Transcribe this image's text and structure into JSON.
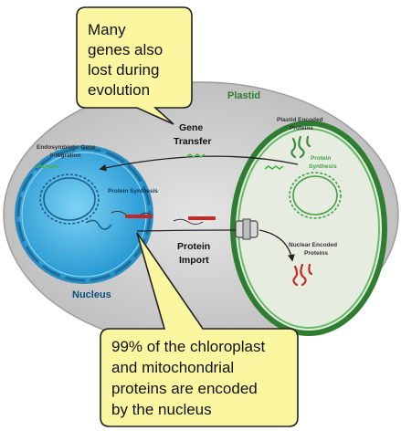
{
  "callout_top": {
    "text": "Many genes also lost during evolution",
    "lines": [
      "Many",
      "genes also",
      "lost during",
      "evolution"
    ]
  },
  "callout_bottom": {
    "text": "99% of the chloroplast and mitochondrial proteins are encoded by the nucleus",
    "lines": [
      "99% of the chloroplast",
      "and mitochondrial",
      "proteins are encoded",
      "by the nucleus"
    ]
  },
  "labels": {
    "plastid": "Plastid",
    "nucleus": "Nucleus",
    "gene_transfer_1": "Gene",
    "gene_transfer_2": "Transfer",
    "protein_import_1": "Protein",
    "protein_import_2": "Import",
    "endo_1": "Endosymbiotic Gene",
    "endo_2": "Integration",
    "protein_synthesis_nucleus": "Protein Synthesis",
    "plastid_encoded_1": "Plastid Encoded",
    "plastid_encoded_2": "Proteins",
    "protein_synthesis_plastid_1": "Protein",
    "protein_synthesis_plastid_2": "Synthesis",
    "nuclear_encoded_1": "Nuclear Encoded",
    "nuclear_encoded_2": "Proteins"
  },
  "colors": {
    "cell_fill": "#d6d6d6",
    "nucleus_fill": "#2ea6dc",
    "plastid_outer": "#2e7d32",
    "plastid_fill": "#e6ede0",
    "dna_green": "#4caf50",
    "callout_fill": "#fbf6a0",
    "protein_red": "#c62828"
  }
}
